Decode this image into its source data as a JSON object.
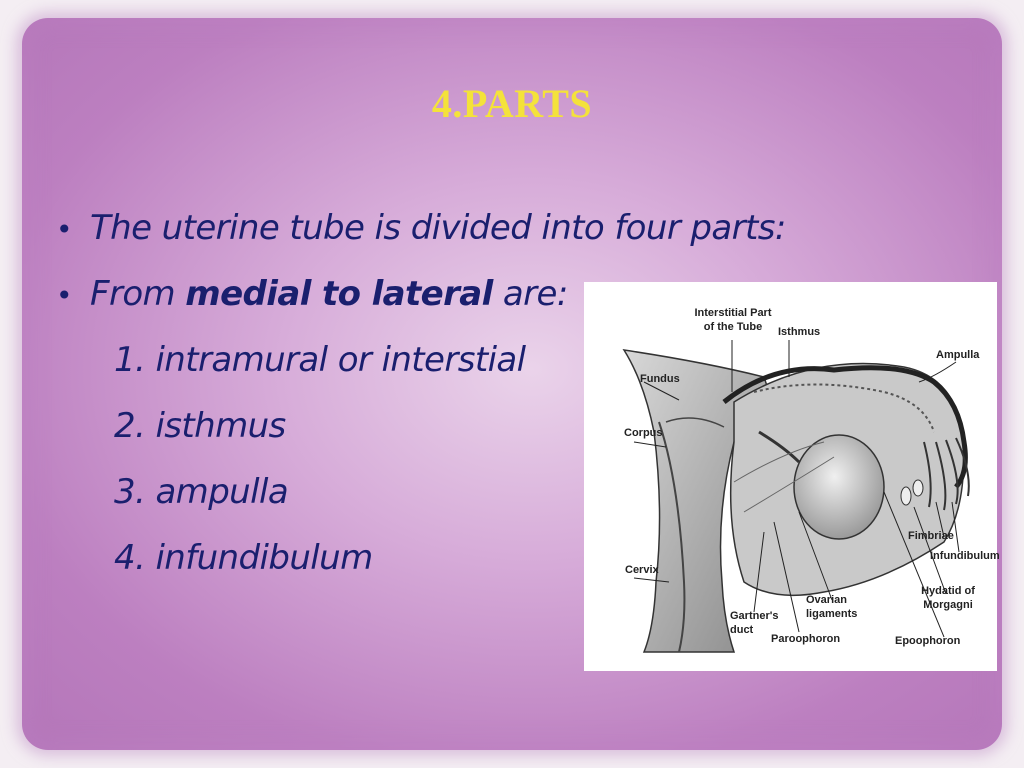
{
  "title": "4.PARTS",
  "bullets": [
    {
      "text": "The uterine tube is divided into four parts:"
    },
    {
      "prefix": "From ",
      "bold": "medial to lateral",
      "suffix": " are:"
    }
  ],
  "parts": [
    "1. intramural or interstial",
    "2. isthmus",
    "3. ampulla",
    "4. infundibulum"
  ],
  "diagram": {
    "labels": {
      "interstitial": "Interstitial Part of the Tube",
      "isthmus": "Isthmus",
      "ampulla": "Ampulla",
      "fundus": "Fundus",
      "corpus": "Corpus",
      "cervix": "Cervix",
      "fimbriae": "Fimbriae",
      "infundibulum": "Infundibulum",
      "hydatid": "Hydatid of Morgagni",
      "ovarian": "Ovarian ligaments",
      "gartner": "Gartner's duct",
      "paroophoron": "Paroophoron",
      "epoophoron": "Epoophoron"
    }
  }
}
